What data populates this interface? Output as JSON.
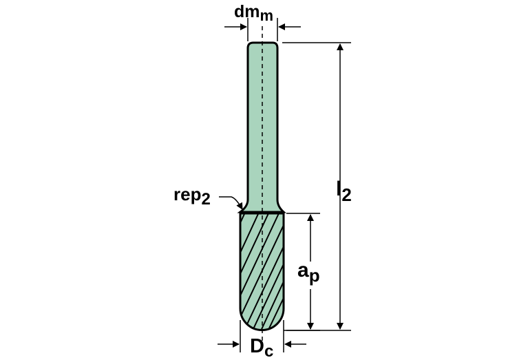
{
  "labels": {
    "shank_diameter": {
      "main": "dm",
      "sub": "m"
    },
    "cutting_diameter": {
      "main": "D",
      "sub": "c"
    },
    "functional_length": {
      "main": "l",
      "sub": "2"
    },
    "depth_of_cut": {
      "main": "a",
      "sub": "p"
    },
    "reference_point": {
      "main": "rep",
      "sub": "2"
    }
  },
  "colors": {
    "tool_fill": "#a9d4bd",
    "outline": "#000000",
    "background": "#ffffff"
  }
}
